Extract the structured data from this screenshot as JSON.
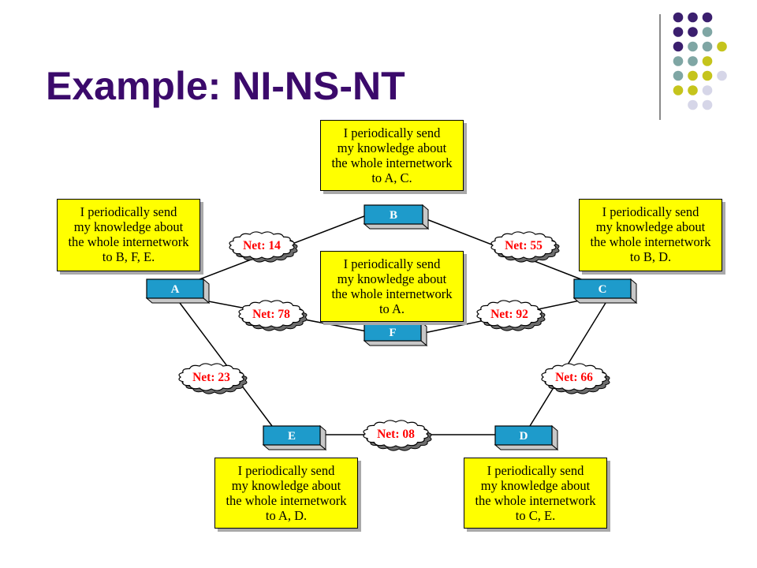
{
  "slide": {
    "title": "Example: NI-NS-NT"
  },
  "colors": {
    "title": "#3b0a6b",
    "node_fill": "#1e9bcb",
    "note_fill": "#ffff00",
    "net_text": "#ff0000",
    "dot_purple": "#3b1f6e",
    "dot_teal": "#7fa6a4",
    "dot_olive": "#c5c41c",
    "dot_lavender": "#d6d6e8"
  },
  "decoration": {
    "dot_grid": [
      [
        "purple",
        "purple",
        "purple",
        "none"
      ],
      [
        "purple",
        "purple",
        "teal",
        "none"
      ],
      [
        "purple",
        "teal",
        "teal",
        "olive"
      ],
      [
        "teal",
        "teal",
        "olive",
        "none"
      ],
      [
        "teal",
        "olive",
        "olive",
        "lavender"
      ],
      [
        "olive",
        "olive",
        "lavender",
        "none"
      ],
      [
        "none",
        "lavender",
        "lavender",
        "none"
      ]
    ]
  },
  "nodes": {
    "a": "A",
    "b": "B",
    "c": "C",
    "d": "D",
    "e": "E",
    "f": "F"
  },
  "networks": {
    "n14": "Net: 14",
    "n55": "Net: 55",
    "n78": "Net: 78",
    "n92": "Net: 92",
    "n23": "Net: 23",
    "n66": "Net: 66",
    "n08": "Net: 08"
  },
  "notes": {
    "b": "I periodically send\nmy knowledge about\nthe whole internetwork\nto A, C.",
    "a": "I periodically send\nmy knowledge about\nthe whole internetwork\nto B, F, E.",
    "c": "I periodically send\nmy knowledge about\nthe whole internetwork\nto B, D.",
    "f": "I periodically send\nmy knowledge about\nthe whole internetwork\nto A.",
    "e": "I periodically send\nmy knowledge about\nthe whole internetwork\nto A, D.",
    "d": "I periodically send\nmy knowledge about\nthe whole internetwork\nto C, E."
  }
}
